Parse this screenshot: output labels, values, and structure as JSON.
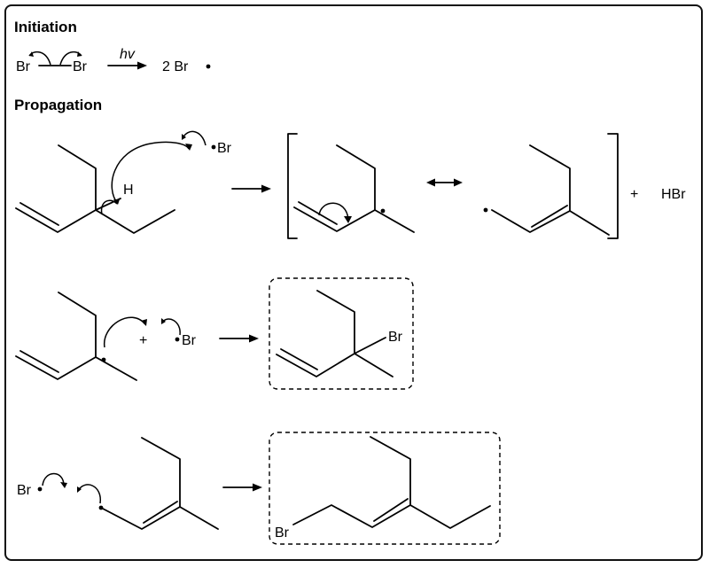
{
  "sections": {
    "initiation_title": "Initiation",
    "propagation_title": "Propagation"
  },
  "initiation": {
    "left_atom": "Br",
    "right_atom": "Br",
    "condition": "hv",
    "product": "2 Br"
  },
  "step1": {
    "radical_atom": "Br",
    "abstracted_atom": "H",
    "byproduct": "HBr",
    "plus": "+"
  },
  "step2": {
    "plus": "+",
    "radical_atom": "Br",
    "product_atom": "Br"
  },
  "step3": {
    "radical_atom": "Br",
    "product_atom": "Br"
  }
}
